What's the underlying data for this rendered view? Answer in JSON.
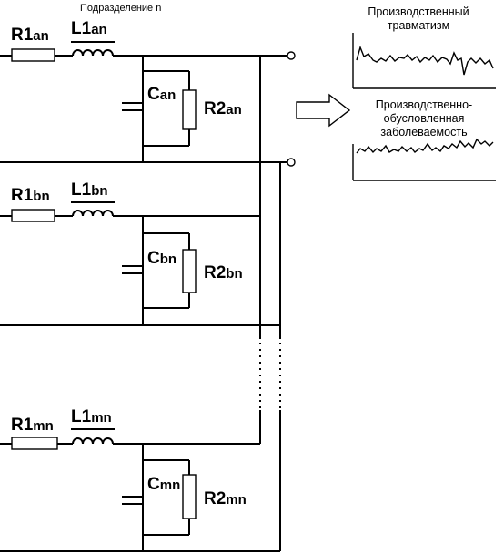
{
  "header": {
    "subdivision_label": "Подразделение n"
  },
  "circuits": [
    {
      "id": "a",
      "r1": "R1",
      "r1_sub": "an",
      "l1": "L1",
      "l1_sub": "an",
      "c": "C",
      "c_sub": "an",
      "r2": "R2",
      "r2_sub": "an"
    },
    {
      "id": "b",
      "r1": "R1",
      "r1_sub": "bn",
      "l1": "L1",
      "l1_sub": "bn",
      "c": "C",
      "c_sub": "bn",
      "r2": "R2",
      "r2_sub": "bn"
    },
    {
      "id": "m",
      "r1": "R1",
      "r1_sub": "mn",
      "l1": "L1",
      "l1_sub": "mn",
      "c": "C",
      "c_sub": "mn",
      "r2": "R2",
      "r2_sub": "mn"
    }
  ],
  "outputs": {
    "trauma": {
      "line1": "Производственный",
      "line2": "травматизм"
    },
    "disease": {
      "line1": "Производственно-",
      "line2": "обусловленная",
      "line3": "заболеваемость"
    }
  }
}
